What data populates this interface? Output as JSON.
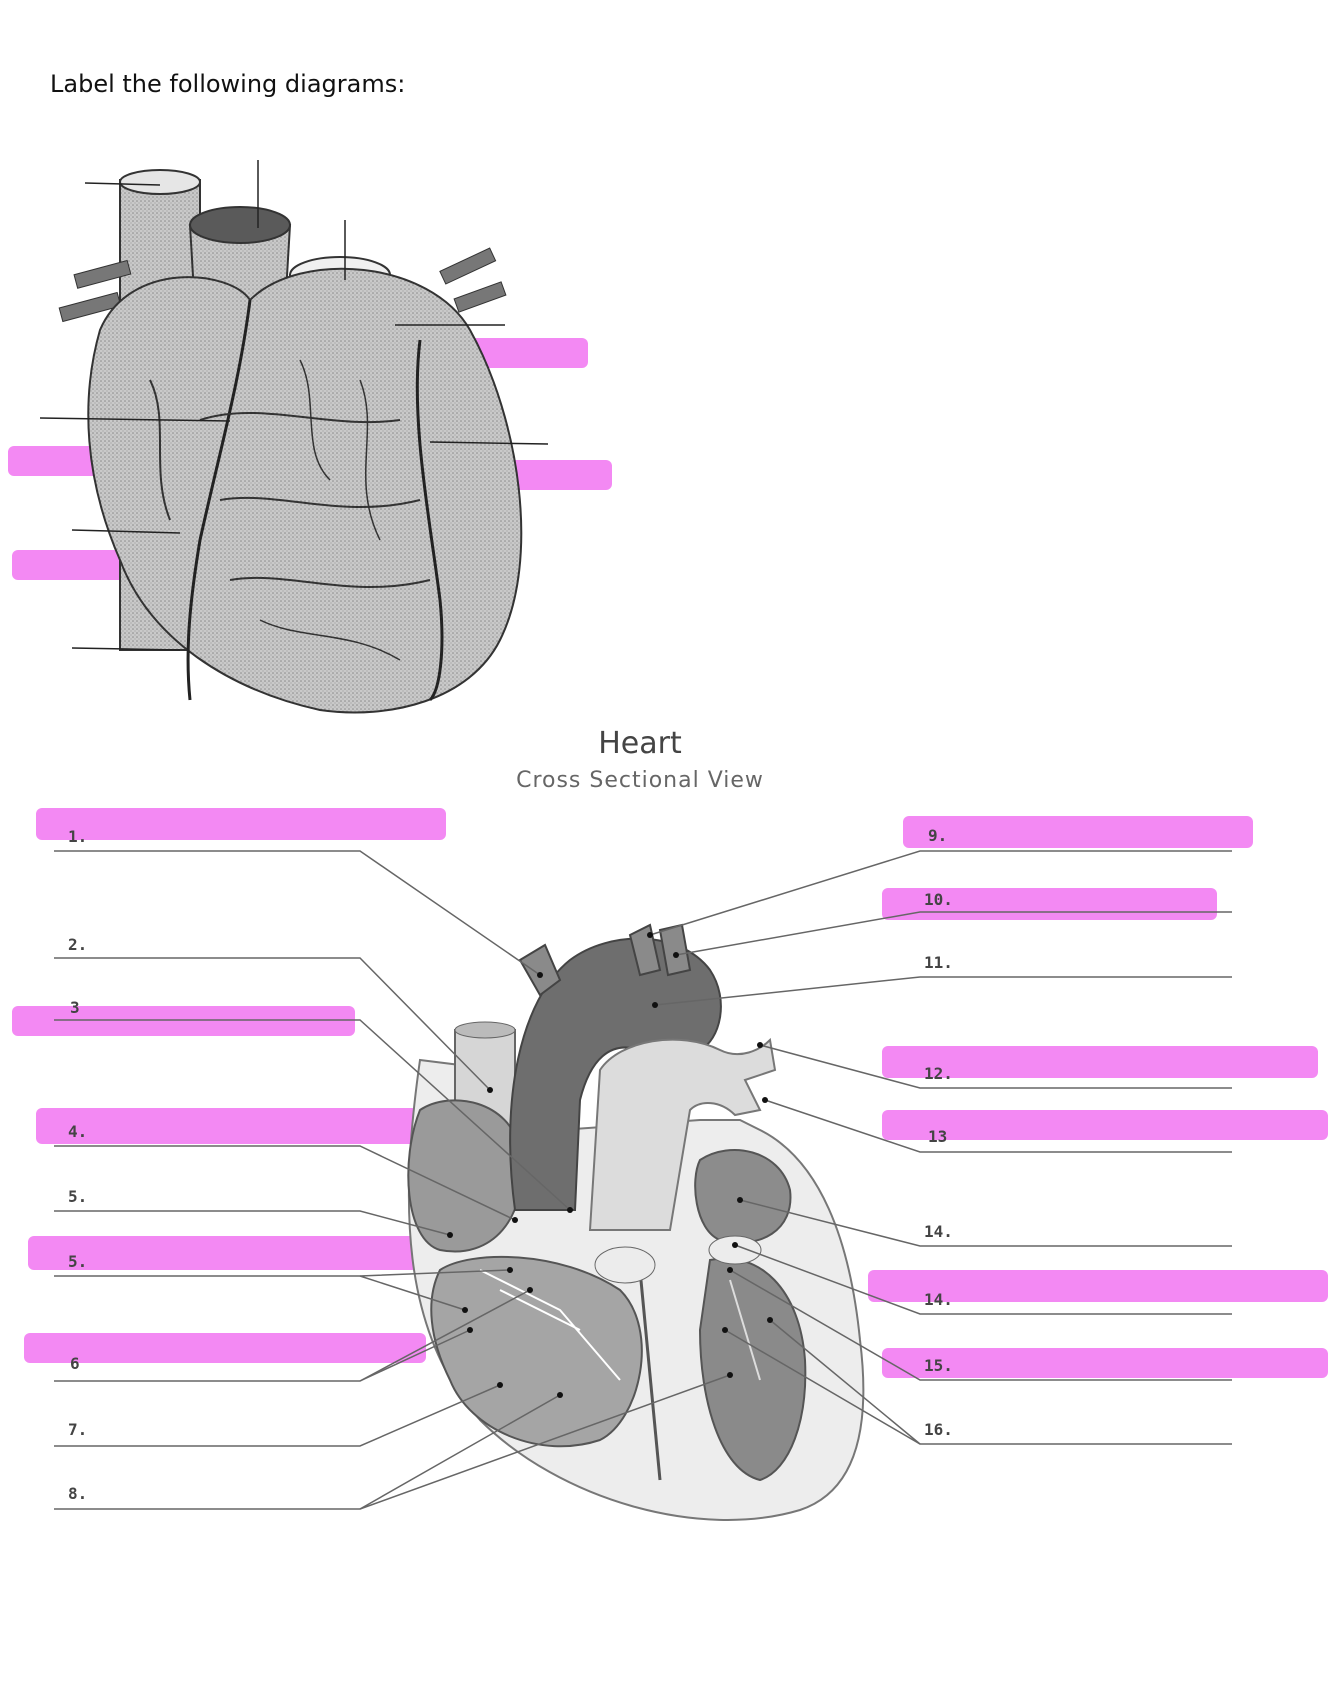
{
  "instruction": "Label the following diagrams:",
  "title": "Heart",
  "subtitle": "Cross Sectional View",
  "labels": {
    "l1": "1.",
    "l2": "2.",
    "l3": "3",
    "l4": "4.",
    "l5a": "5.",
    "l5b": "5.",
    "l6": "6",
    "l7": "7.",
    "l8": "8.",
    "r9": "9.",
    "r10": "10.",
    "r11": "11.",
    "r12": "12.",
    "r13": "13",
    "r14a": "14.",
    "r14b": "14.",
    "r15": "15.",
    "r16": "16."
  },
  "colors": {
    "highlight": "#f27ff2",
    "leader": "#555555"
  }
}
